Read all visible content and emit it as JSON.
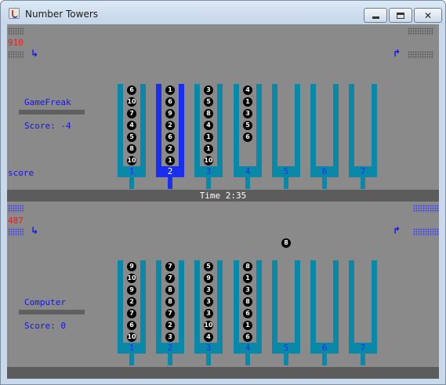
{
  "window": {
    "title": "Number Towers",
    "controls": [
      "minimize",
      "maximize",
      "close"
    ]
  },
  "timer": {
    "label": "Time 2:35"
  },
  "top_board": {
    "points": "910",
    "left_arrow_icon": "turn-right-arrow-icon",
    "right_arrow_icon": "turn-up-arrow-icon",
    "player_name": "GameFreak",
    "score_text": "Score: -4",
    "score_label": "score",
    "selected_tower": "2",
    "towers": [
      {
        "label": "1",
        "discs": [
          "6",
          "10",
          "7",
          "4",
          "5",
          "8",
          "10"
        ]
      },
      {
        "label": "2",
        "discs": [
          "1",
          "6",
          "9",
          "2",
          "6",
          "2",
          "1"
        ]
      },
      {
        "label": "3",
        "discs": [
          "3",
          "5",
          "8",
          "4",
          "1",
          "1",
          "10"
        ]
      },
      {
        "label": "4",
        "discs": [
          "4",
          "1",
          "3",
          "5",
          "6"
        ]
      },
      {
        "label": "5",
        "discs": []
      },
      {
        "label": "6",
        "discs": []
      },
      {
        "label": "7",
        "discs": []
      }
    ]
  },
  "bottom_board": {
    "points": "487",
    "left_arrow_icon": "turn-right-arrow-icon",
    "right_arrow_icon": "turn-up-arrow-icon",
    "player_name": "Computer",
    "score_text": "Score: 0",
    "floating_disc": "8",
    "towers": [
      {
        "label": "1",
        "discs": [
          "9",
          "10",
          "9",
          "2",
          "7",
          "6",
          "10"
        ]
      },
      {
        "label": "2",
        "discs": [
          "7",
          "7",
          "8",
          "8",
          "7",
          "2",
          "3"
        ]
      },
      {
        "label": "3",
        "discs": [
          "5",
          "9",
          "3",
          "3",
          "3",
          "10",
          "4"
        ]
      },
      {
        "label": "4",
        "discs": [
          "8",
          "1",
          "3",
          "8",
          "6",
          "1",
          "6"
        ]
      },
      {
        "label": "5",
        "discs": []
      },
      {
        "label": "6",
        "discs": []
      },
      {
        "label": "7",
        "discs": []
      }
    ]
  },
  "colors": {
    "background": "#8a8a8a",
    "tower": "#0a88a8",
    "tower_selected": "#1a2ef0",
    "text_blue": "#1515e0",
    "text_red": "#e02020",
    "disc": "#000000",
    "timebar": "#5c5c5c"
  }
}
